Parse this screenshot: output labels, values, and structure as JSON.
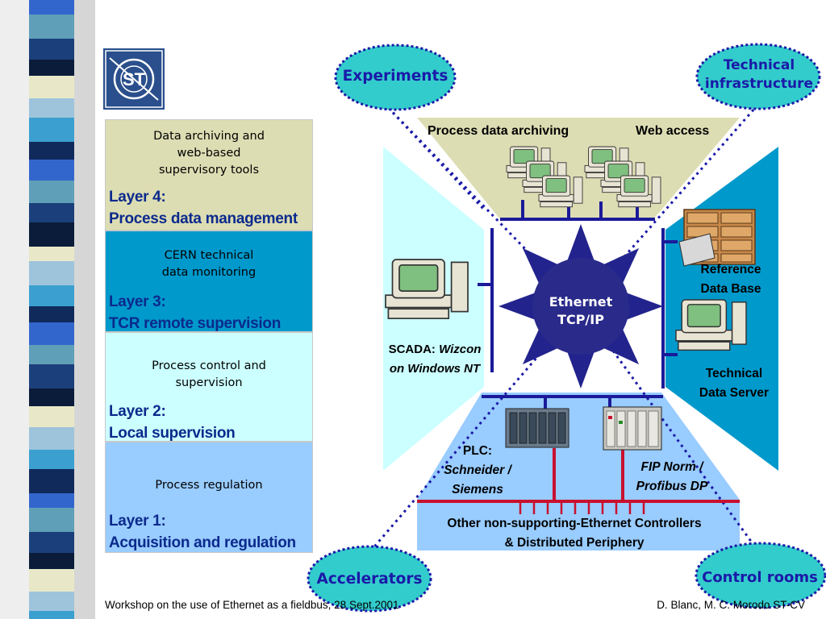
{
  "layers": [
    {
      "description": "Data archiving and\nweb-based\nsupervisory tools",
      "label": "Layer 4:\nProcess data management",
      "color": "#ddddb4"
    },
    {
      "description": "CERN technical\ndata monitoring",
      "label": "Layer 3:\nTCR remote supervision",
      "color": "#0099cc"
    },
    {
      "description": "Process control and\nsupervision",
      "label": "Layer 2:\nLocal supervision",
      "color": "#ccffff"
    },
    {
      "description": "Process regulation",
      "label": "Layer 1:\nAcquisition and regulation",
      "color": "#99ccff"
    }
  ],
  "diagram": {
    "top_left_label": "Process data archiving",
    "top_right_label": "Web access",
    "hub": "Ethernet\nTCP/IP",
    "scada": {
      "prefix": "SCADA: ",
      "italic": "Wizcon\non Windows NT"
    },
    "reference_db": "Reference\nData Base",
    "data_server": "Technical\nData Server",
    "plc": {
      "title": "PLC:",
      "italic": "Schneider /\nSiemens"
    },
    "fip": "FIP Norm /\nProfibus DP",
    "other_controllers": "Other non-supporting-Ethernet Controllers\n& Distributed Periphery"
  },
  "ovals": {
    "experiments": "Experiments",
    "technical": "Technical\ninfrastructure",
    "accelerators": "Accelerators",
    "control_rooms": "Control rooms"
  },
  "footer": {
    "left": "Workshop on the use of Ethernet as a fieldbus, 28 Sept.2001",
    "right": "D. Blanc, M. C. Morodo ST-CV"
  },
  "logo_text": "ST",
  "colors": {
    "oval_fill": "#33cccc",
    "oval_border": "#1a1aa8",
    "bus": "#1a1a9a",
    "fieldbus": "#c8102e",
    "star": "#23238e",
    "hub": "#2a2a8a"
  },
  "icons": [
    "workstation-icon",
    "filing-cabinet-icon",
    "plc-rack-icon",
    "cern-logo-icon"
  ]
}
